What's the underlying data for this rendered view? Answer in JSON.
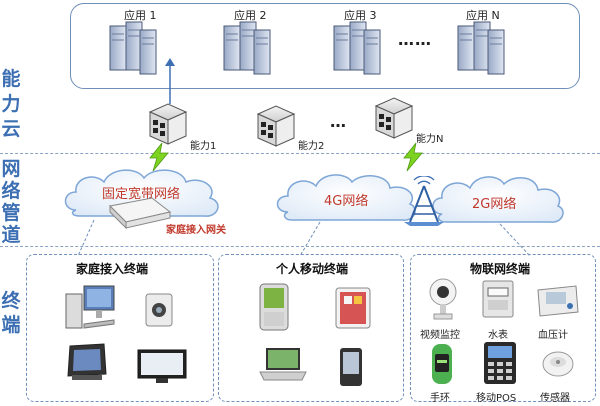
{
  "sidebar": {
    "capability_cloud": [
      "能",
      "力",
      "云"
    ],
    "network_pipe": [
      "网",
      "络",
      "管",
      "道"
    ],
    "terminal": [
      "终",
      "端"
    ]
  },
  "cloud_layer": {
    "apps": [
      "应用 1",
      "应用 2",
      "应用 3",
      "应用 N"
    ],
    "dots": "……",
    "capabilities": [
      "能力1",
      "能力2",
      "能力N"
    ],
    "cap_dots": "…"
  },
  "network_layer": {
    "fixed_broadband": "固定宽带网络",
    "home_gateway": "家庭接入网关",
    "net_4g": "4G网络",
    "net_2g": "2G网络"
  },
  "terminal_layer": {
    "home": {
      "title": "家庭接入终端"
    },
    "mobile": {
      "title": "个人移动终端"
    },
    "iot": {
      "title": "物联网终端",
      "items": [
        "视频监控",
        "水表",
        "血压计",
        "手环",
        "移动POS",
        "传感器"
      ]
    }
  },
  "colors": {
    "accent_blue": "#3d6fb3",
    "red_text": "#c0392b",
    "lightning_green": "#7ed321"
  }
}
